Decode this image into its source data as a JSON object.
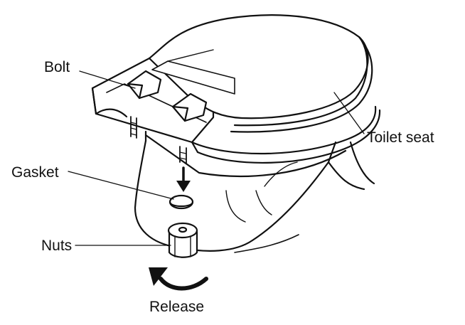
{
  "labels": {
    "bolt": "Bolt",
    "toilet_seat": "Toilet seat",
    "gasket": "Gasket",
    "nuts": "Nuts",
    "release": "Release"
  },
  "colors": {
    "line": "#111111",
    "background": "#ffffff"
  }
}
